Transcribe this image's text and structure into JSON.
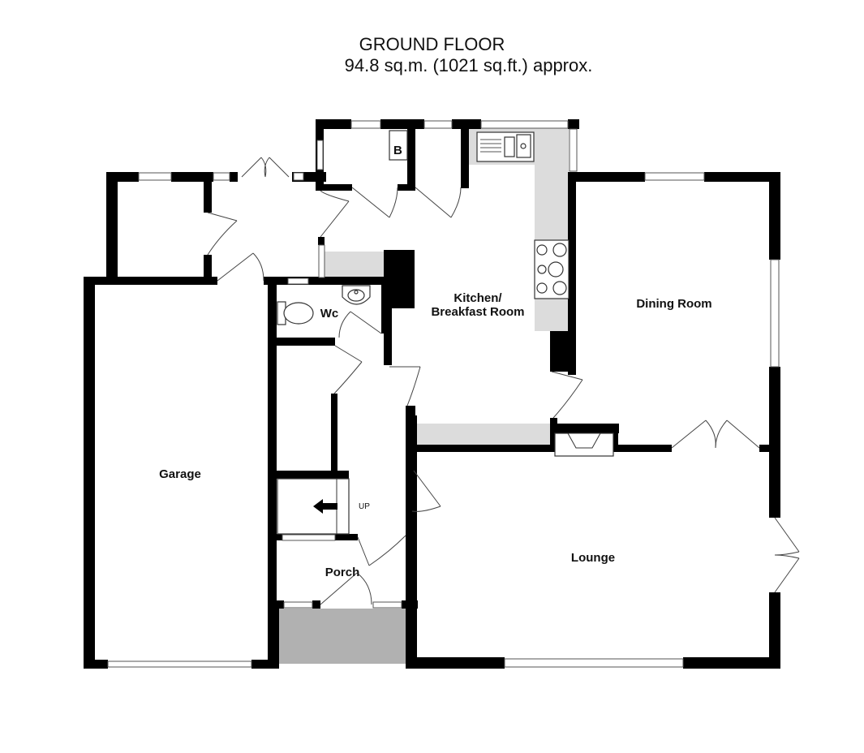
{
  "header": {
    "floor_name": "GROUND FLOOR",
    "floor_area": "94.8 sq.m. (1021 sq.ft.) approx."
  },
  "rooms": {
    "kitchen_line1": "Kitchen/",
    "kitchen_line2": "Breakfast Room",
    "dining": "Dining Room",
    "wc": "Wc",
    "garage": "Garage",
    "lounge": "Lounge",
    "porch": "Porch"
  },
  "markers": {
    "boiler": "B",
    "stairs": "UP"
  },
  "colors": {
    "wall": "#000000",
    "worktop": "#dcdcdc",
    "porch_floor": "#b1b1b1"
  }
}
